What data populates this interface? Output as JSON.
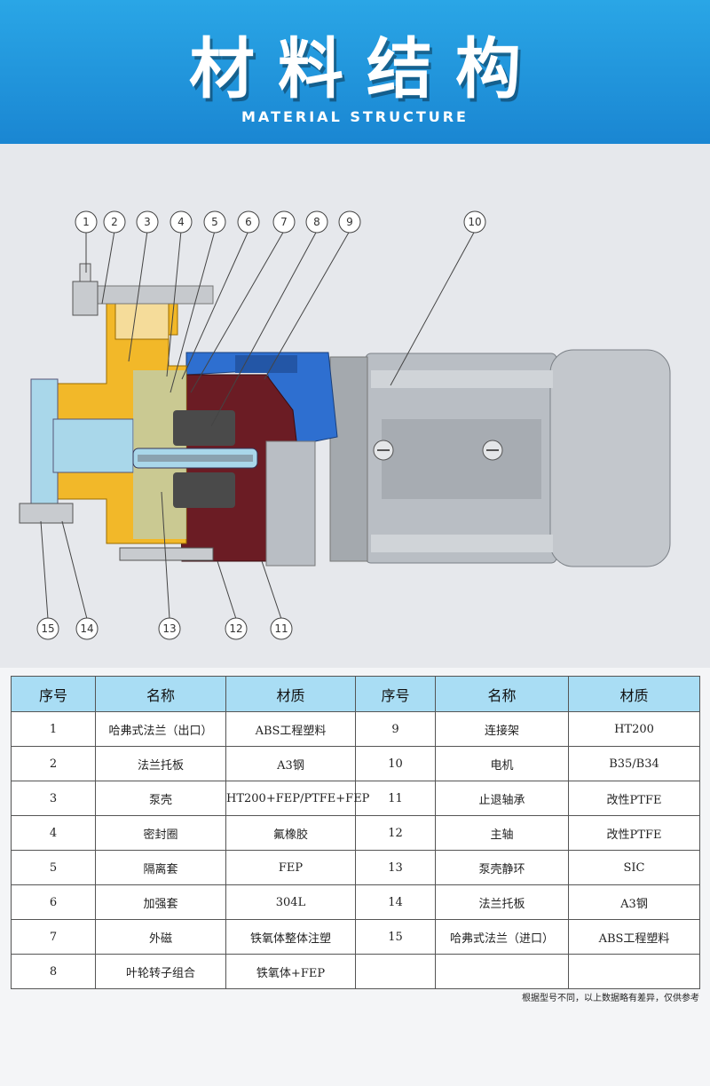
{
  "header": {
    "title": "材料结构",
    "subtitle": "MATERIAL STRUCTURE"
  },
  "diagram": {
    "callouts": [
      "1",
      "2",
      "3",
      "4",
      "5",
      "6",
      "7",
      "8",
      "9",
      "10",
      "11",
      "12",
      "13",
      "14",
      "15"
    ]
  },
  "table": {
    "headers": [
      "序号",
      "名称",
      "材质",
      "序号",
      "名称",
      "材质"
    ],
    "rows": [
      [
        "1",
        "哈弗式法兰（出口）",
        "ABS工程塑料",
        "9",
        "连接架",
        "HT200"
      ],
      [
        "2",
        "法兰托板",
        "A3钢",
        "10",
        "电机",
        "B35/B34"
      ],
      [
        "3",
        "泵壳",
        "HT200+FEP/PTFE+FEP",
        "11",
        "止退轴承",
        "改性PTFE"
      ],
      [
        "4",
        "密封圈",
        "氟橡胶",
        "12",
        "主轴",
        "改性PTFE"
      ],
      [
        "5",
        "隔离套",
        "FEP",
        "13",
        "泵壳静环",
        "SIC"
      ],
      [
        "6",
        "加强套",
        "304L",
        "14",
        "法兰托板",
        "A3钢"
      ],
      [
        "7",
        "外磁",
        "铁氧体整体注塑",
        "15",
        "哈弗式法兰（进口）",
        "ABS工程塑料"
      ],
      [
        "8",
        "叶轮转子组合",
        "铁氧体+FEP",
        "",
        "",
        ""
      ]
    ]
  },
  "footnote": "根据型号不同，以上数据略有差异，仅供参考",
  "colors": {
    "banner": "#1f95dc",
    "table_header": "#a9ddf4",
    "pump_casing": "#f2b829",
    "lining": "#a9d7ea",
    "motor": "#b9bec4",
    "bracket": "#2e6fd0",
    "magnet": "#6b1c24"
  }
}
